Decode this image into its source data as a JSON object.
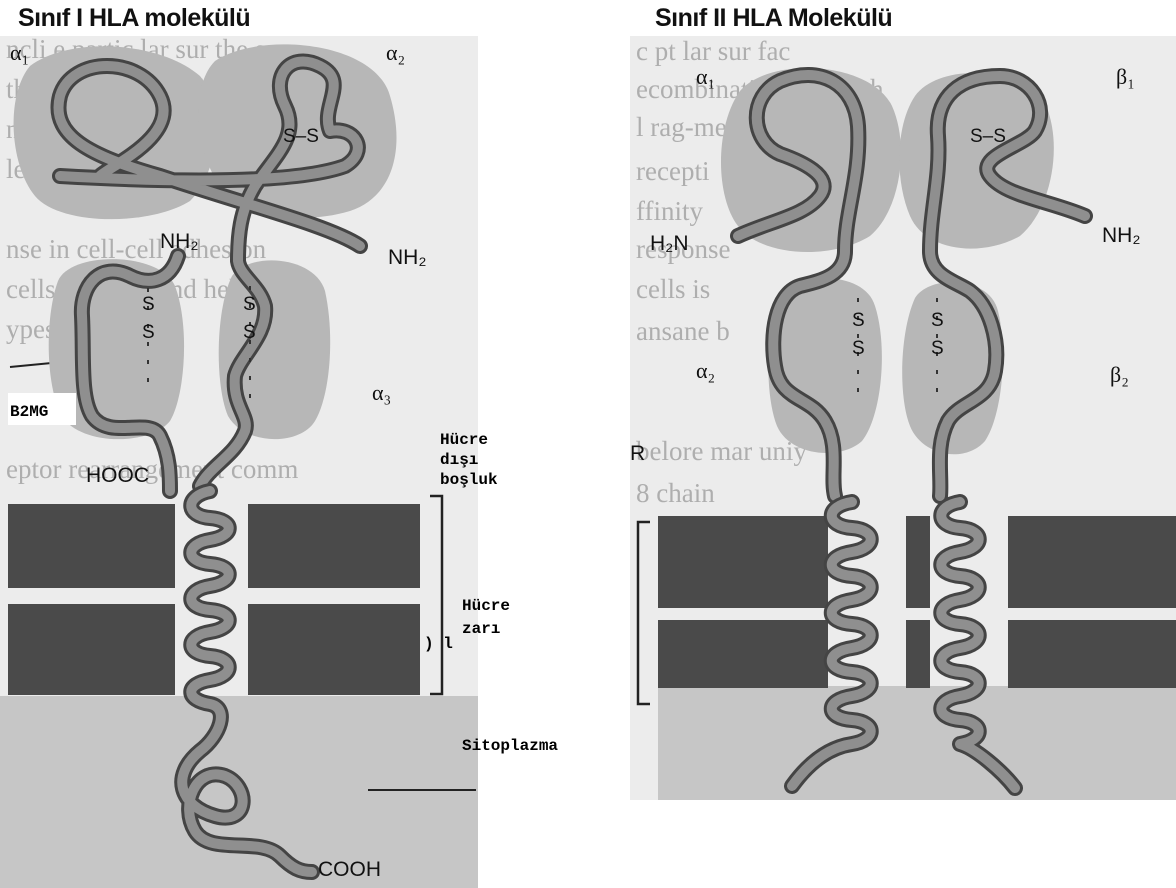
{
  "titles": {
    "left": "Sınıf I HLA molekülü",
    "right": "Sınıf II HLA  Molekülü"
  },
  "class1": {
    "alpha1": "α₁",
    "alpha2": "α₂",
    "alpha3": "α₃",
    "disulfide_top": "S–S",
    "s": "S",
    "nh2_left": "NH₂",
    "nh2_right": "NH₂",
    "hooc": "HOOC",
    "cooh": "COOH",
    "b2mg": "B2MG",
    "extracellular_line1": "Hücre",
    "extracellular_line2": "dışı",
    "extracellular_line3": "boşluk",
    "membrane_line1": "Hücre",
    "membrane_line2": "zarı",
    "cytoplasm": "Sitoplazma",
    "stray_mark": ") l"
  },
  "class2": {
    "alpha1": "α₁",
    "beta1": "β₁",
    "alpha2": "α₂",
    "beta2": "β₂",
    "disulfide_top": "S–S",
    "s": "S",
    "h2n": "H₂N",
    "nh2": "NH₂",
    "r_label": "R"
  },
  "colors": {
    "chain": "#444444",
    "chain_inner": "#8f8f8f",
    "domain": "#b7b7b7",
    "membrane": "#4a4a4a",
    "cytoplasm": "#c6c6c6",
    "background_page": "#ececec"
  }
}
